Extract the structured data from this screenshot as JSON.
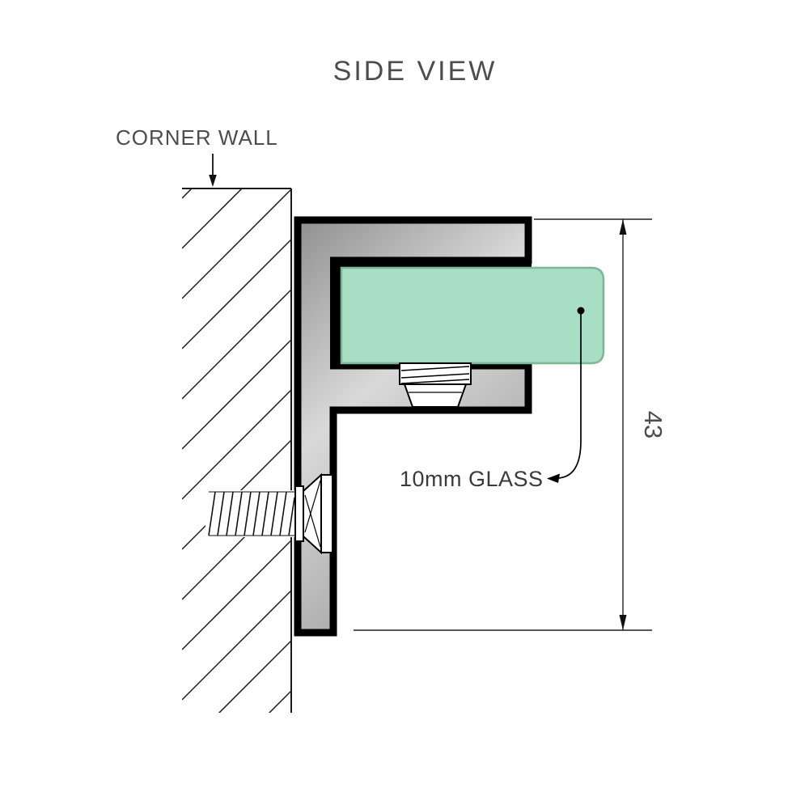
{
  "diagram": {
    "title": "SIDE VIEW",
    "wall_label": "CORNER WALL",
    "glass_label": "10mm GLASS",
    "dimension_label": "43",
    "colors": {
      "glass_fill": "#a8dec3",
      "glass_stroke": "#7ab795",
      "metal_dark": "#909090",
      "metal_light": "#d9d9d9",
      "metal_mid": "#a0a0a0",
      "outline": "#000000",
      "text_muted": "#4d4d4d",
      "text_dark": "#3a3a3a"
    }
  }
}
